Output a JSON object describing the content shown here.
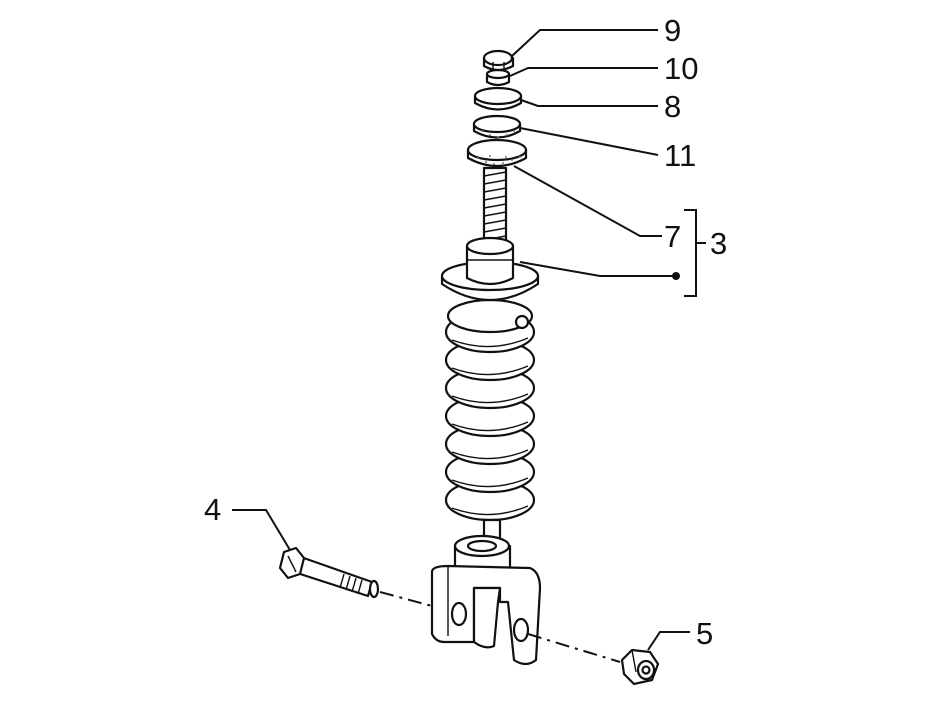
{
  "diagram": {
    "callouts": [
      {
        "id": "c9",
        "label": "9"
      },
      {
        "id": "c10",
        "label": "10"
      },
      {
        "id": "c8",
        "label": "8"
      },
      {
        "id": "c11",
        "label": "11"
      },
      {
        "id": "c7",
        "label": "7"
      },
      {
        "id": "c3",
        "label": "3"
      },
      {
        "id": "c4",
        "label": "4"
      },
      {
        "id": "c5",
        "label": "5"
      }
    ]
  }
}
